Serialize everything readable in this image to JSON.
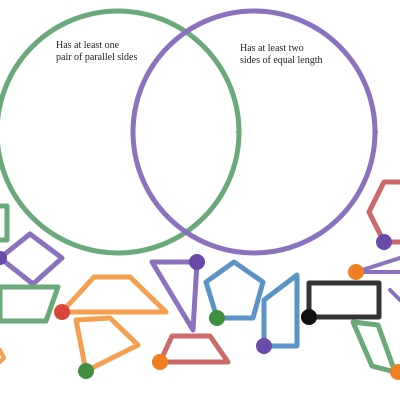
{
  "venn": {
    "left_set": {
      "label": "Has at least one\npair of parallel sides",
      "color": "#6aa97a"
    },
    "right_set": {
      "label": "Has at least two\nsides of equal length",
      "color": "#8a72bf"
    }
  },
  "palette": {
    "green": "#6aa97a",
    "purple": "#8a72bf",
    "orange": "#f4a050",
    "blue": "#5b93c6",
    "red": "#cc6a6a",
    "black": "#333333",
    "handle_orange": "#ef7f22",
    "handle_green": "#3f8f3f",
    "handle_purple": "#6a4aa8",
    "handle_red": "#d9473c",
    "handle_black": "#111111"
  },
  "shapes": [
    {
      "name": "shape-green-square-partial",
      "icon": "square-icon"
    },
    {
      "name": "shape-purple-rhombus",
      "icon": "rhombus-icon"
    },
    {
      "name": "shape-green-parallelogram",
      "icon": "parallelogram-icon"
    },
    {
      "name": "shape-orange-trapezoid",
      "icon": "trapezoid-icon"
    },
    {
      "name": "shape-orange-quadrilateral",
      "icon": "quadrilateral-icon"
    },
    {
      "name": "shape-purple-triangle",
      "icon": "triangle-icon"
    },
    {
      "name": "shape-red-trapezoid",
      "icon": "trapezoid-icon"
    },
    {
      "name": "shape-blue-pentagon",
      "icon": "pentagon-icon"
    },
    {
      "name": "shape-blue-kite",
      "icon": "kite-icon"
    },
    {
      "name": "shape-black-rectangle",
      "icon": "rectangle-icon"
    },
    {
      "name": "shape-red-hexagon-partial",
      "icon": "hexagon-icon"
    },
    {
      "name": "shape-purple-triangle-right",
      "icon": "triangle-icon"
    },
    {
      "name": "shape-green-quadrilateral-right",
      "icon": "quadrilateral-icon"
    }
  ]
}
